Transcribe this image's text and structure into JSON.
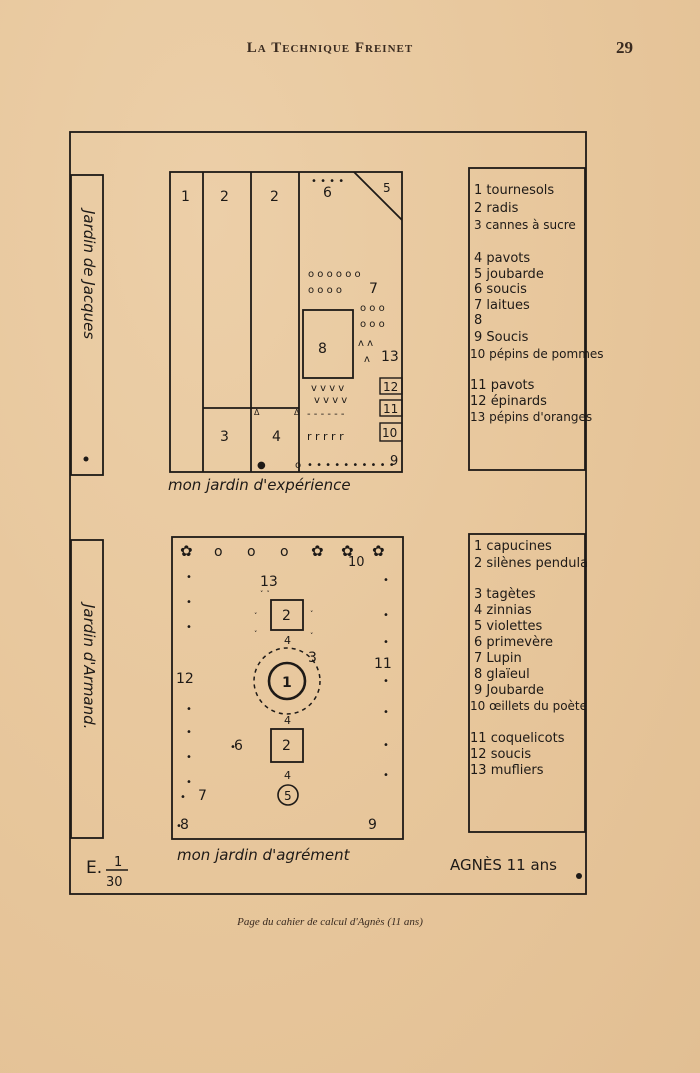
{
  "header": {
    "title": "La Technique Freinet",
    "page_number": "29"
  },
  "caption": "Page du cahier de calcul d'Agnès (11 ans)",
  "colors": {
    "paper": "#e9c9a0",
    "ink": "#1e1a17"
  },
  "side_labels": {
    "left_top": "Jardin de Jacques",
    "left_bottom": "Jardin d'Armand."
  },
  "experience_garden": {
    "title": "mon jardin d'expérience",
    "plot_numbers": [
      "1",
      "2",
      "2",
      "6",
      "5",
      "7",
      "8",
      "13",
      "12",
      "11",
      "10",
      "3",
      "4",
      "9"
    ],
    "legend": [
      {
        "n": "1",
        "text": "tournesols"
      },
      {
        "n": "2",
        "text": "radis"
      },
      {
        "n": "3",
        "text": "cannes à sucre"
      },
      {
        "n": "4",
        "text": "pavots"
      },
      {
        "n": "5",
        "text": "joubarde"
      },
      {
        "n": "6",
        "text": "soucis"
      },
      {
        "n": "7",
        "text": "laitues"
      },
      {
        "n": "8",
        "text": ""
      },
      {
        "n": "9",
        "text": "Soucis"
      },
      {
        "n": "10",
        "text": "pépins de pommes"
      },
      {
        "n": "11",
        "text": "pavots"
      },
      {
        "n": "12",
        "text": "épinards"
      },
      {
        "n": "13",
        "text": "pépins d'oranges"
      }
    ]
  },
  "pleasure_garden": {
    "title": "mon jardin d'agrément",
    "plot_numbers": [
      "10",
      "13",
      "2",
      "4",
      "3",
      "11",
      "12",
      "1",
      "4",
      "6",
      "2",
      "4",
      "7",
      "5",
      "8",
      "9"
    ],
    "legend": [
      {
        "n": "1",
        "text": "capucines"
      },
      {
        "n": "2",
        "text": "silènes pendula"
      },
      {
        "n": "3",
        "text": "tagètes"
      },
      {
        "n": "4",
        "text": "zinnias"
      },
      {
        "n": "5",
        "text": "violettes"
      },
      {
        "n": "6",
        "text": "primevère"
      },
      {
        "n": "7",
        "text": "Lupin"
      },
      {
        "n": "8",
        "text": "glaïeul"
      },
      {
        "n": "9",
        "text": "Joubarde"
      },
      {
        "n": "10",
        "text": "œillets du poète"
      },
      {
        "n": "11",
        "text": "coquelicots"
      },
      {
        "n": "12",
        "text": "soucis"
      },
      {
        "n": "13",
        "text": "mufliers"
      }
    ]
  },
  "scale": {
    "prefix": "E.",
    "numerator": "1",
    "denominator": "30"
  },
  "signature": "AGNÈS 11 ans"
}
